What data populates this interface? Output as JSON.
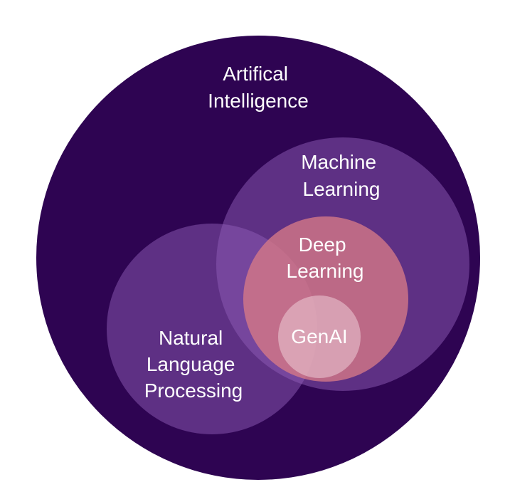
{
  "colors": {
    "background": "#ffffff",
    "ai_circle": "#2e0452",
    "ml_circle": "#8e5bb6",
    "nlp_circle": "#8e5bb6",
    "dl_circle": "#d77a86",
    "genai_circle": "#f2d6de",
    "label_text": "#ffffff"
  },
  "labels": {
    "ai": [
      "Artifical",
      "Intelligence"
    ],
    "ml": [
      "Machine",
      "Learning"
    ],
    "dl": [
      "Deep",
      "Learning"
    ],
    "genai": [
      "GenAI"
    ],
    "nlp": [
      "Natural",
      "Language",
      "Processing"
    ]
  }
}
